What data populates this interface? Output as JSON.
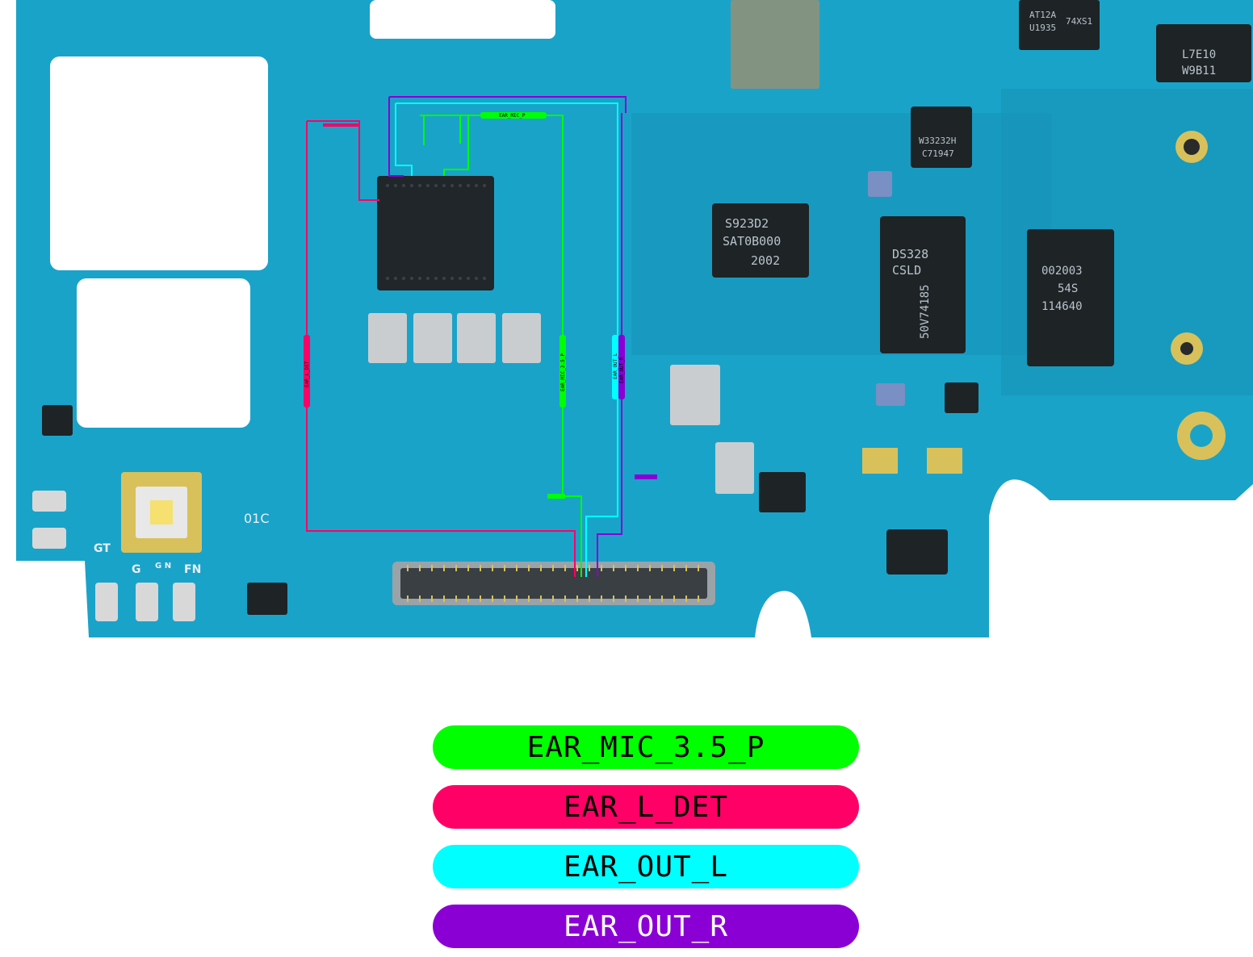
{
  "colors": {
    "board": "#1aa3c9",
    "board_dark": "#127f9f",
    "chip": "#1e2326",
    "gold": "#d8c15a",
    "EAR_MIC_3.5_P": "#00ff00",
    "EAR_L_DET": "#ff0066",
    "EAR_OUT_L": "#00ffff",
    "EAR_OUT_R": "#8a00d4"
  },
  "legend": [
    {
      "label": "EAR_MIC_3.5_P",
      "color": "#00ff00",
      "text_color": "#000000"
    },
    {
      "label": "EAR_L_DET",
      "color": "#ff0066",
      "text_color": "#000000"
    },
    {
      "label": "EAR_OUT_L",
      "color": "#00ffff",
      "text_color": "#000000"
    },
    {
      "label": "EAR_OUT_R",
      "color": "#8a00d4",
      "text_color": "#ffffff"
    }
  ],
  "board_labels": {
    "mic_top": "EAR_MIC_P",
    "mic_vertical": "EAR_MIC_3.5_P",
    "out_l_vertical": "EAR_OUT_L",
    "out_r_vertical": "EAR_OUT_R",
    "l_det_vertical": "EAR_L_DET",
    "silk_gt": "GT",
    "silk_fn": "FN",
    "silk_g": "G",
    "silk_gn": "G N",
    "silk_01c": "01C",
    "chip_s923": "S923D2",
    "chip_sat": "SAT0B000",
    "chip_2002": "2002",
    "chip_ds328": "DS328",
    "chip_csld": "CSLD",
    "chip_50v": "50V74185",
    "chip_002003": "002003",
    "chip_54s": "54S",
    "chip_114640": "114640",
    "chip_w332": "W33232H",
    "chip_c71947": "C71947",
    "chip_l7e10": "L7E10",
    "chip_w9b11": "W9B11",
    "chip_at12a": "AT12A",
    "chip_u1935": "U1935",
    "chip_74xs1": "74XS1"
  }
}
